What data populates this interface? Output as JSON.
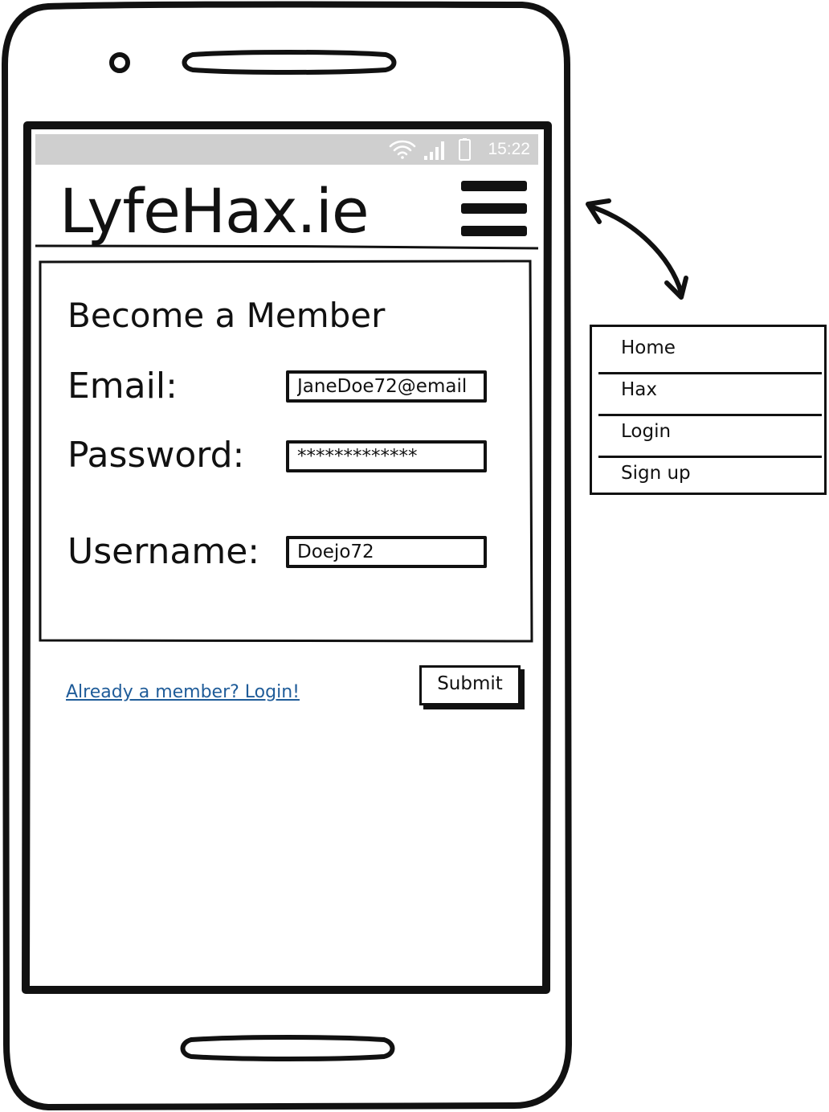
{
  "status_bar": {
    "time": "15:22",
    "icons": [
      "wifi-icon",
      "signal-icon",
      "battery-icon"
    ]
  },
  "header": {
    "title": "LyfeHax.ie",
    "menu_icon": "hamburger-menu-icon"
  },
  "form": {
    "heading": "Become a Member",
    "fields": [
      {
        "label": "Email:",
        "value": "JaneDoe72@email"
      },
      {
        "label": "Password:",
        "value": "*************"
      },
      {
        "label": "Username:",
        "value": "Doejo72"
      }
    ],
    "login_link": "Already a member? Login!",
    "submit_label": "Submit"
  },
  "side_menu": {
    "items": [
      "Home",
      "Hax",
      "Login",
      "Sign up"
    ]
  },
  "colors": {
    "status_bar_bg": "#cfcfcf",
    "link": "#1f5c99",
    "ink": "#111111"
  }
}
